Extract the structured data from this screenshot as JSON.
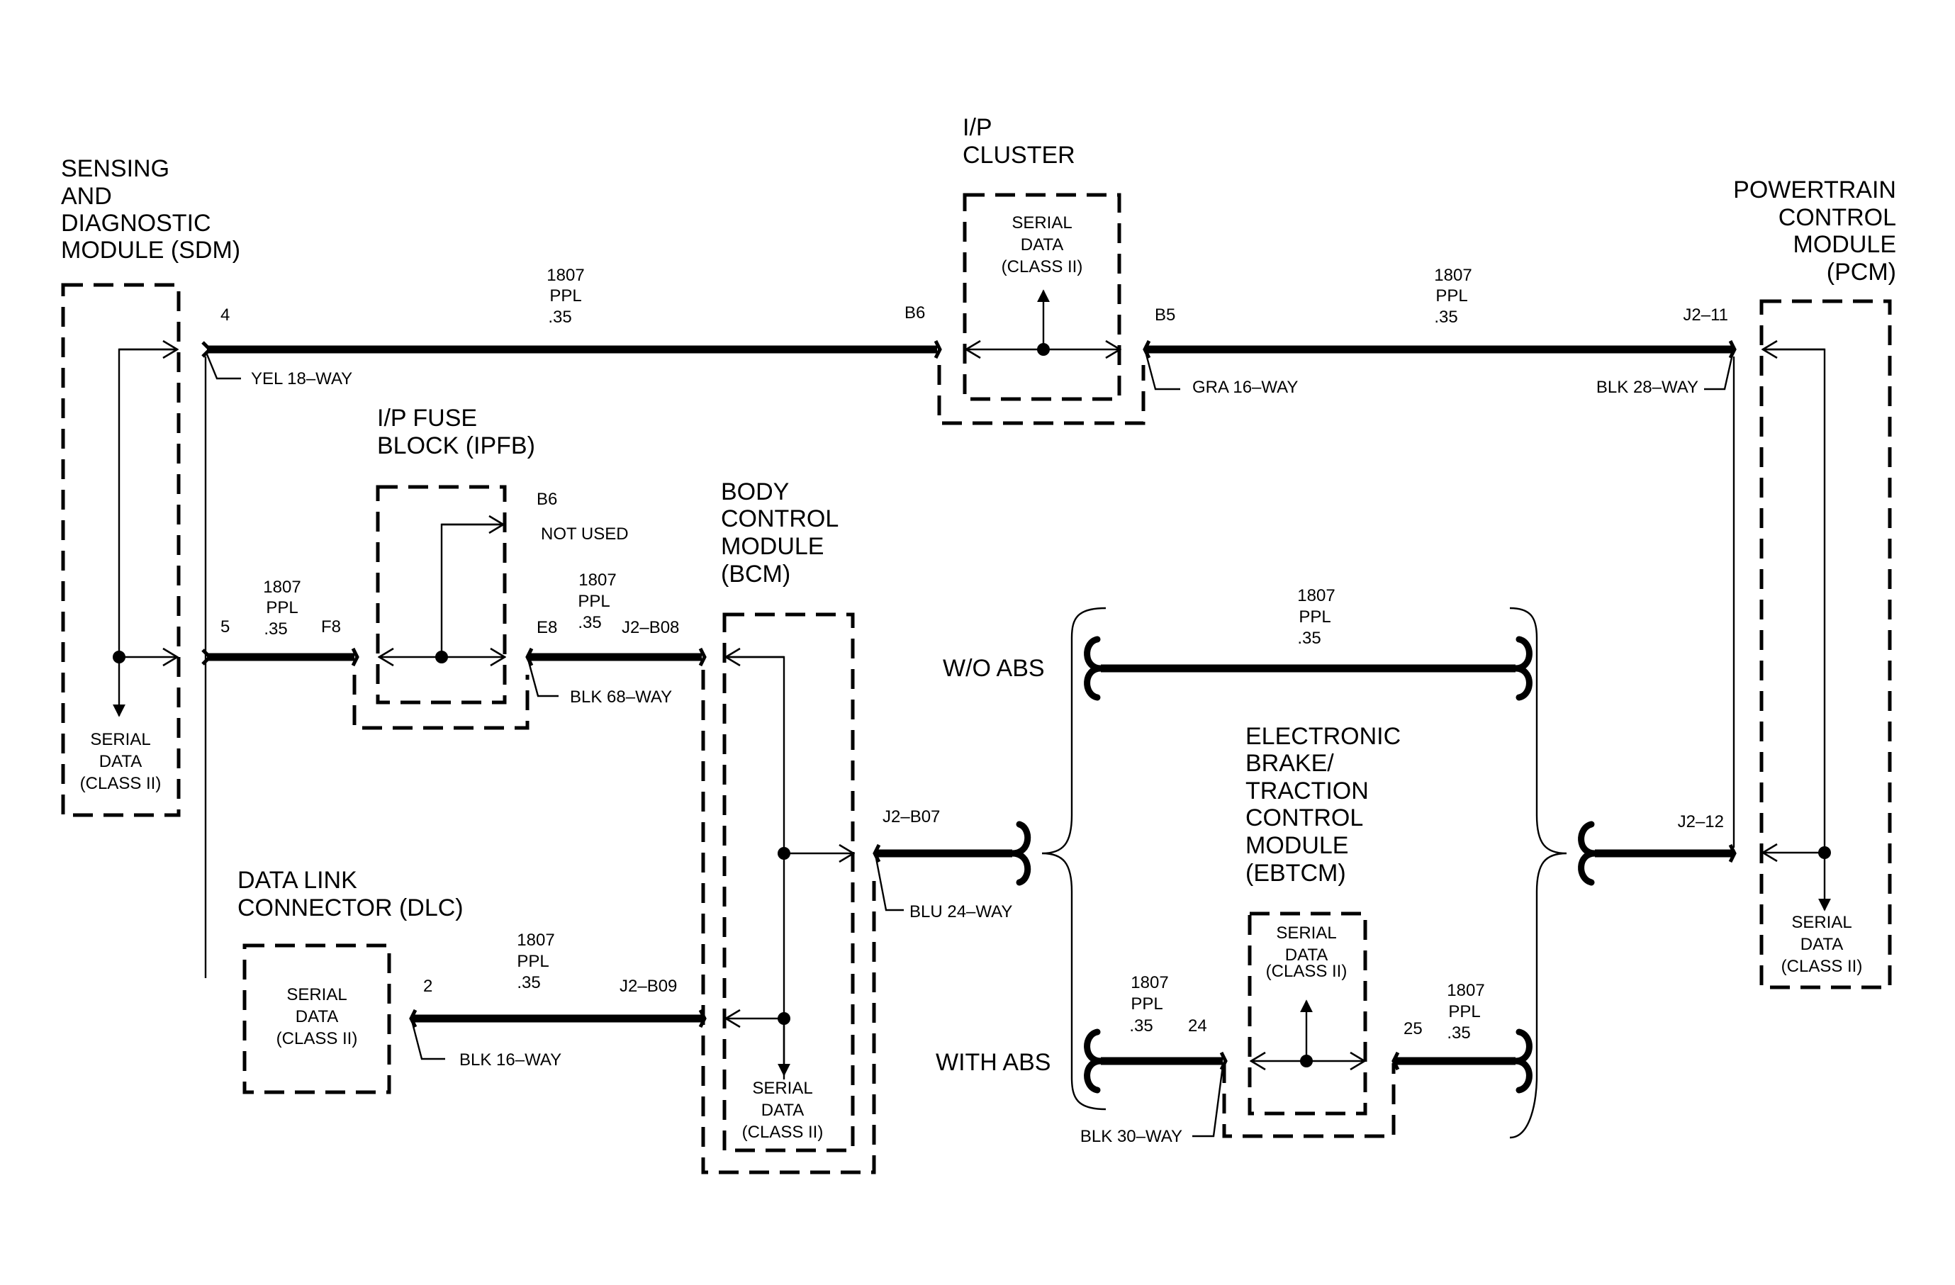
{
  "modules": {
    "sdm": {
      "title": [
        "SENSING",
        "AND",
        "DIAGNOSTIC",
        "MODULE (SDM)"
      ],
      "serial": [
        "SERIAL",
        "DATA",
        "(CLASS II)"
      ]
    },
    "cluster": {
      "title": [
        "I/P",
        "CLUSTER"
      ],
      "serial": [
        "SERIAL",
        "DATA",
        "(CLASS II)"
      ]
    },
    "pcm": {
      "title": [
        "POWERTRAIN",
        "CONTROL",
        "MODULE",
        "(PCM)"
      ],
      "serial": [
        "SERIAL",
        "DATA",
        "(CLASS II)"
      ]
    },
    "ipfb": {
      "title": [
        "I/P FUSE",
        "BLOCK (IPFB)"
      ],
      "b6": "B6",
      "not_used": "NOT USED"
    },
    "bcm": {
      "title": [
        "BODY",
        "CONTROL",
        "MODULE",
        "(BCM)"
      ],
      "serial": [
        "SERIAL",
        "DATA",
        "(CLASS II)"
      ]
    },
    "dlc": {
      "title": [
        "DATA LINK",
        "CONNECTOR (DLC)"
      ],
      "serial": [
        "SERIAL",
        "DATA",
        "(CLASS II)"
      ]
    },
    "ebtcm": {
      "title": [
        "ELECTRONIC",
        "BRAKE/",
        "TRACTION",
        "CONTROL",
        "MODULE",
        "(EBTCM)"
      ],
      "serial": [
        "SERIAL",
        "DATA",
        "(CLASS II)"
      ]
    }
  },
  "wire_spec": [
    "1807",
    "PPL",
    ".35"
  ],
  "pins": {
    "sdm_top": "4",
    "cluster_in": "B6",
    "cluster_out": "B5",
    "pcm_top": "J2–11",
    "sdm_mid": "5",
    "ipfb_in": "F8",
    "ipfb_out": "E8",
    "bcm_top": "J2–B08",
    "dlc": "2",
    "bcm_bottom": "J2–B09",
    "bcm_out": "J2–B07",
    "pcm_bottom": "J2–12",
    "ebtcm_in": "24",
    "ebtcm_out": "25"
  },
  "connectors": {
    "yel": "YEL 18–WAY",
    "gra": "GRA 16–WAY",
    "blk28": "BLK 28–WAY",
    "blk68": "BLK 68–WAY",
    "blu24": "BLU 24–WAY",
    "blk16": "BLK 16–WAY",
    "blk30": "BLK 30–WAY"
  },
  "options": {
    "wo_abs": "W/O ABS",
    "with_abs": "WITH ABS"
  }
}
